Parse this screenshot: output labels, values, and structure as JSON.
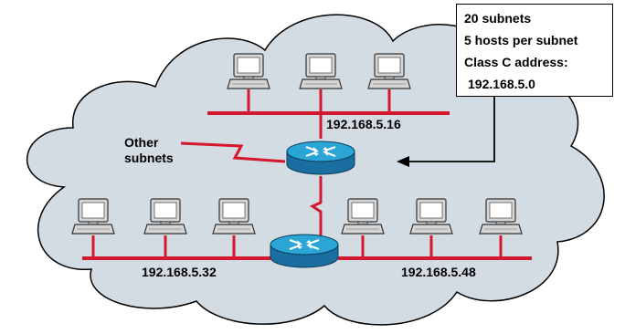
{
  "info_box": {
    "line1": "20 subnets",
    "line2": "5 hosts per subnet",
    "line3": "Class C address:",
    "line4": "192.168.5.0"
  },
  "labels": {
    "net_top": "192.168.5.16",
    "net_left": "192.168.5.32",
    "net_right": "192.168.5.48",
    "other_line1": "Other",
    "other_line2": "subnets"
  },
  "icons": {
    "host": "workstation-icon",
    "router": "router-icon"
  },
  "colors": {
    "cloud": "#d4dce3",
    "link": "#d3172d",
    "router": "#1f97c9",
    "monitor": "#cfcfcf"
  }
}
